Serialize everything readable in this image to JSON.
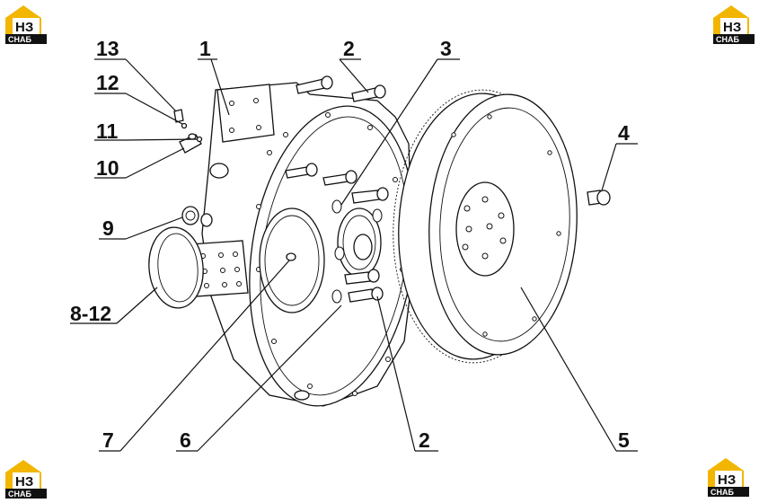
{
  "logo": {
    "top": "НЗ",
    "bottom": "СНАБ",
    "color": "#f2b600"
  },
  "callouts": [
    {
      "id": "13",
      "label": "13"
    },
    {
      "id": "12",
      "label": "12"
    },
    {
      "id": "11",
      "label": "11"
    },
    {
      "id": "10",
      "label": "10"
    },
    {
      "id": "9",
      "label": "9"
    },
    {
      "id": "8-12",
      "label": "8-12"
    },
    {
      "id": "1",
      "label": "1"
    },
    {
      "id": "2a",
      "label": "2"
    },
    {
      "id": "3",
      "label": "3"
    },
    {
      "id": "4",
      "label": "4"
    },
    {
      "id": "7",
      "label": "7"
    },
    {
      "id": "6",
      "label": "6"
    },
    {
      "id": "2b",
      "label": "2"
    },
    {
      "id": "5",
      "label": "5"
    }
  ]
}
